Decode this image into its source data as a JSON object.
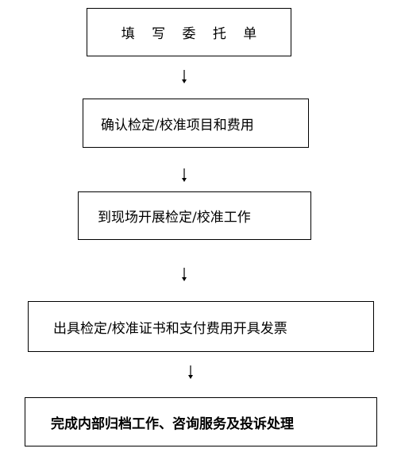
{
  "steps": [
    "填 写 委 托 单",
    "确认检定/校准项目和费用",
    "到现场开展检定/校准工作",
    "出具检定/校准证书和支付费用开具发票",
    "完成内部归档工作、咨询服务及投诉处理"
  ]
}
